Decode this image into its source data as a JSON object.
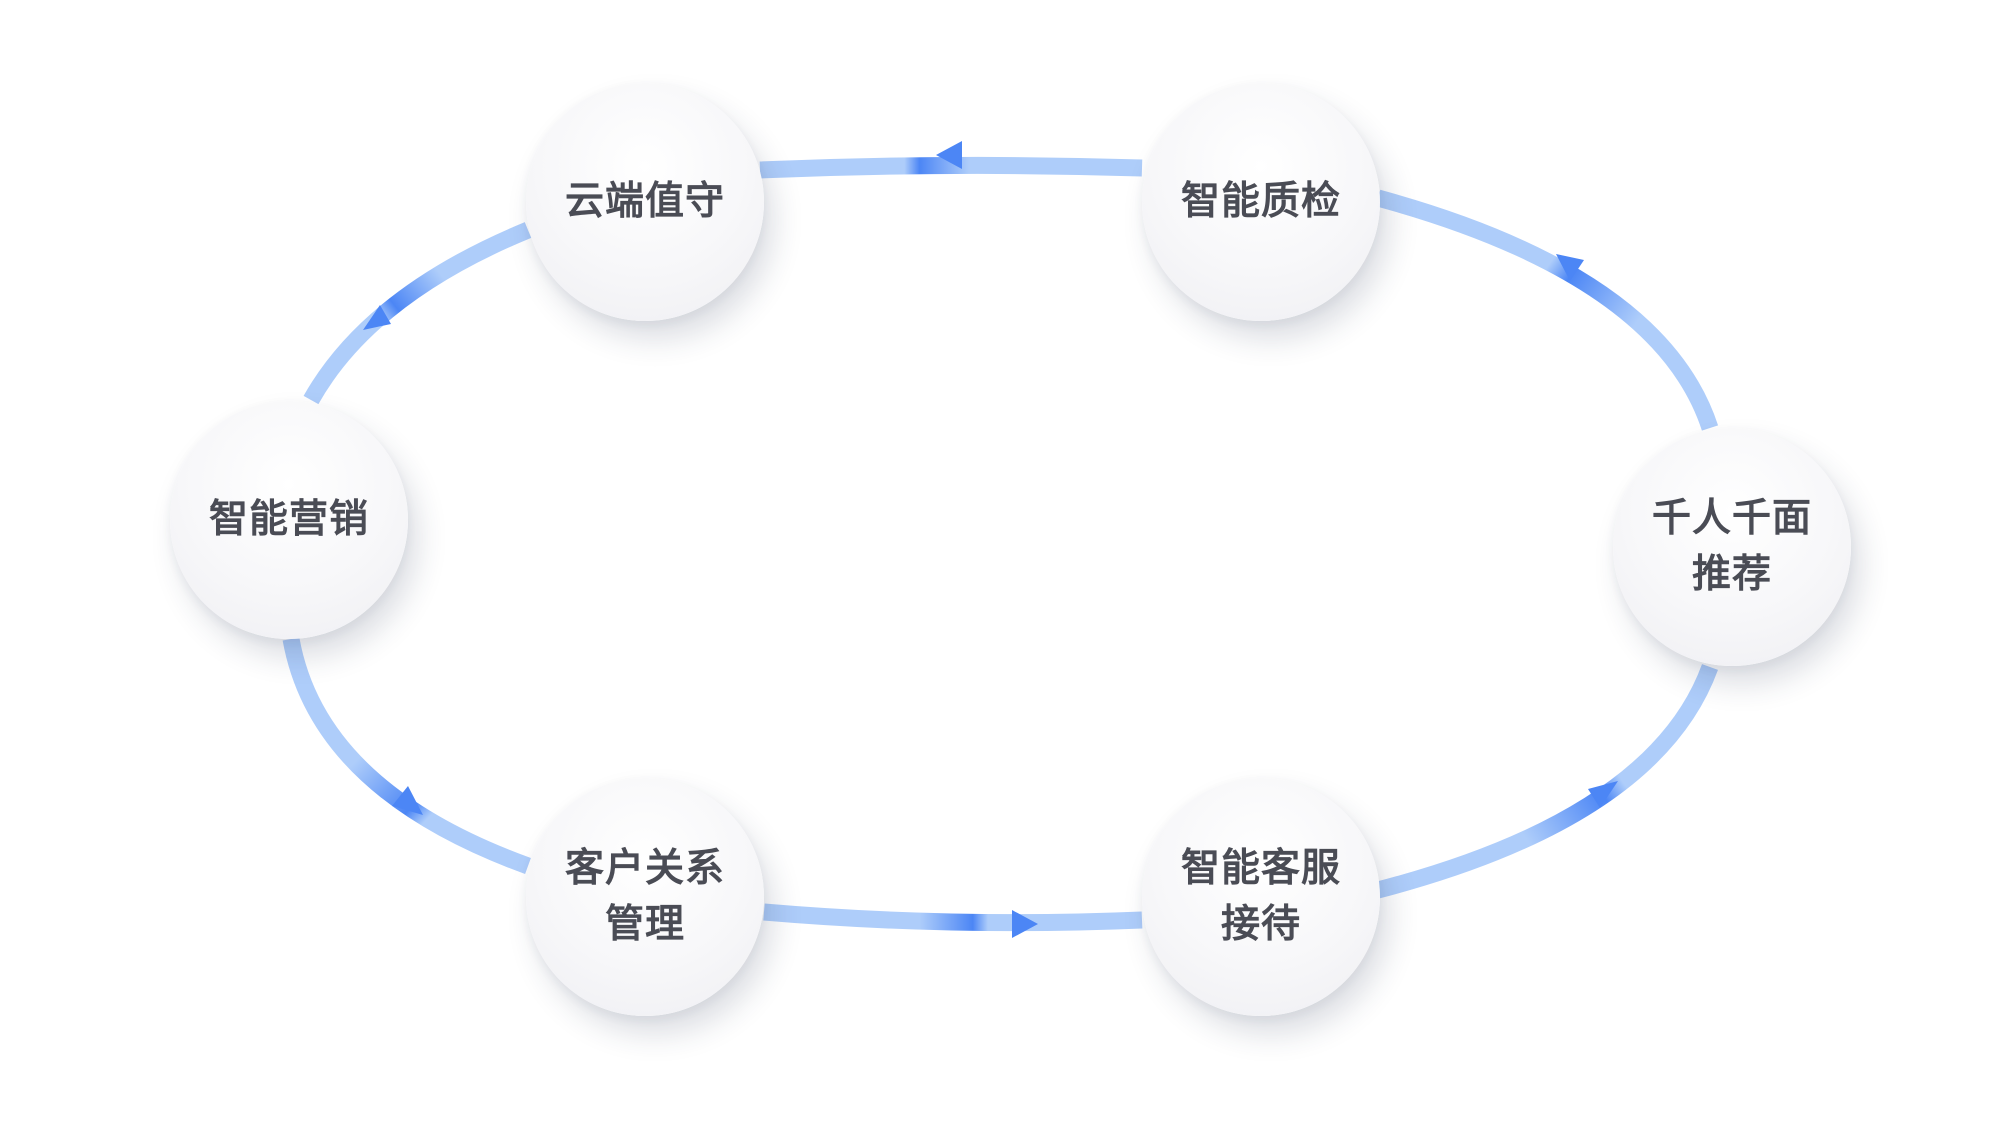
{
  "colors": {
    "track": "#aecdfa",
    "track_light": "#d4e4fc",
    "arrow": "#4c86f5",
    "node_text": "#4a4c55"
  },
  "nodes": {
    "cloud_duty": {
      "line1": "云端值守",
      "line2": ""
    },
    "quality": {
      "line1": "智能质检",
      "line2": ""
    },
    "marketing": {
      "line1": "智能营销",
      "line2": ""
    },
    "recommend": {
      "line1": "千人千面",
      "line2": "推荐"
    },
    "crm": {
      "line1": "客户关系",
      "line2": "管理"
    },
    "service": {
      "line1": "智能客服",
      "line2": "接待"
    }
  },
  "flow": [
    "智能客服接待 → 千人千面推荐",
    "千人千面推荐 → 智能质检",
    "智能质检 → 云端值守",
    "云端值守 → 智能营销",
    "智能营销 → 客户关系管理",
    "客户关系管理 → 智能客服接待"
  ]
}
